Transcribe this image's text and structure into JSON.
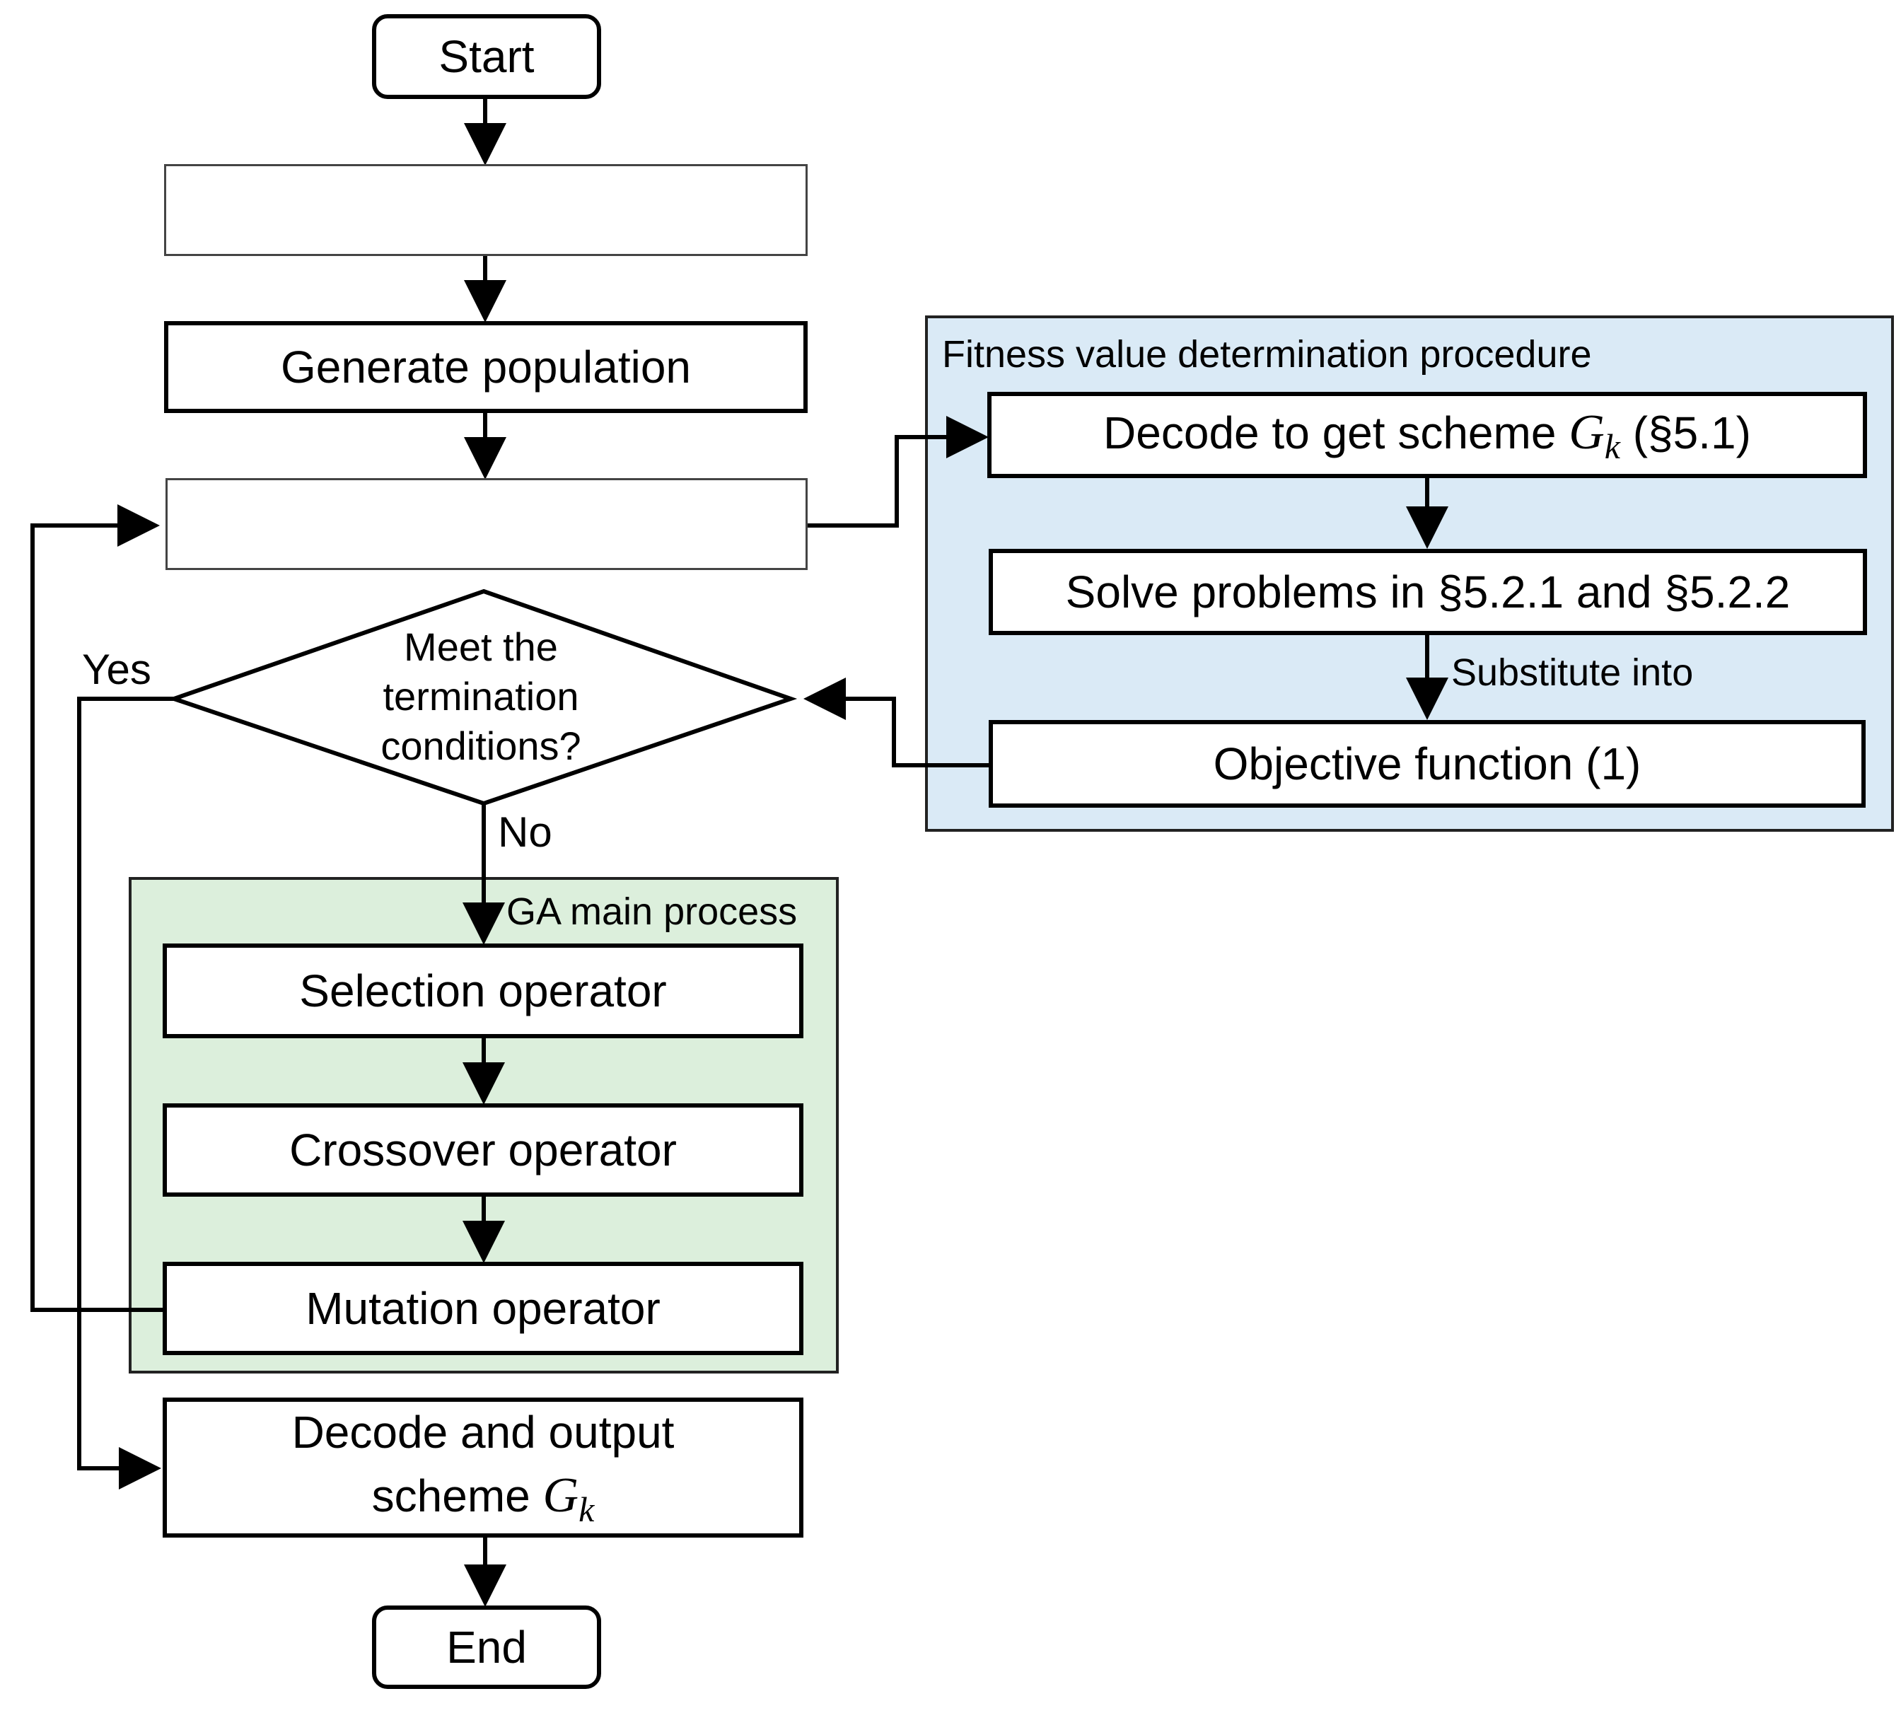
{
  "nodes": {
    "start": "Start",
    "step2": "",
    "generate": "Generate population",
    "step4": "",
    "decision": "Meet the termination conditions?",
    "decision_lines": [
      "Meet the",
      "termination",
      "conditions?"
    ],
    "selection": "Selection operator",
    "crossover": "Crossover operator",
    "mutation": "Mutation operator",
    "output_line1": "Decode and output",
    "output_line2": "scheme",
    "end": "End"
  },
  "fitness_panel": {
    "title": "Fitness value determination procedure",
    "decode_prefix": "Decode to get scheme",
    "decode_suffix": "(§5.1)",
    "solve": "Solve problems in §5.2.1 and §5.2.2",
    "substitute": "Substitute into",
    "objective": "Objective function (1)"
  },
  "ga_panel": {
    "title": "GA main process"
  },
  "labels": {
    "yes": "Yes",
    "no": "No"
  },
  "math": {
    "symbol": "G",
    "subscript": "k"
  },
  "colors": {
    "fitness_panel_bg": "#daeaf6",
    "ga_panel_bg": "#dcefdc",
    "line": "#000000"
  }
}
